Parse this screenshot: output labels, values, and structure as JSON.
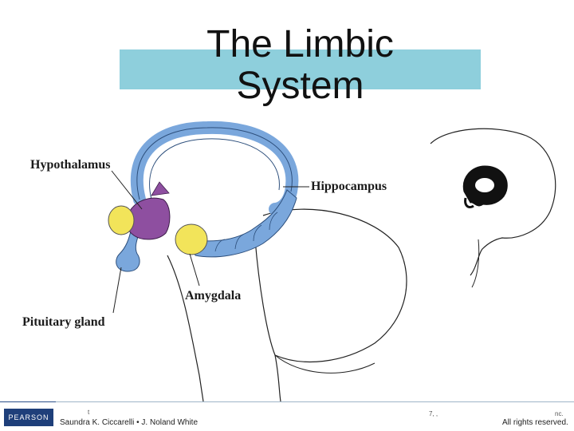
{
  "slide": {
    "title_line1": "The Limbic",
    "title_line2": "System"
  },
  "labels": {
    "hypothalamus": "Hypothalamus",
    "hippocampus": "Hippocampus",
    "amygdala": "Amygdala",
    "pituitary": "Pituitary gland"
  },
  "footer": {
    "logo": "PEARSON",
    "authors": "Saundra K. Ciccarelli • J. Noland White",
    "rights": "All rights reserved.",
    "fragment_left": "t",
    "fragment_mid": "7,     ,",
    "fragment_right": "nc."
  },
  "colors": {
    "title_band": "#8ecfdc",
    "hippocampus_fill": "#7aa7dc",
    "hypothalamus_fill": "#8e4fa0",
    "amygdala_fill": "#f2e45a"
  }
}
